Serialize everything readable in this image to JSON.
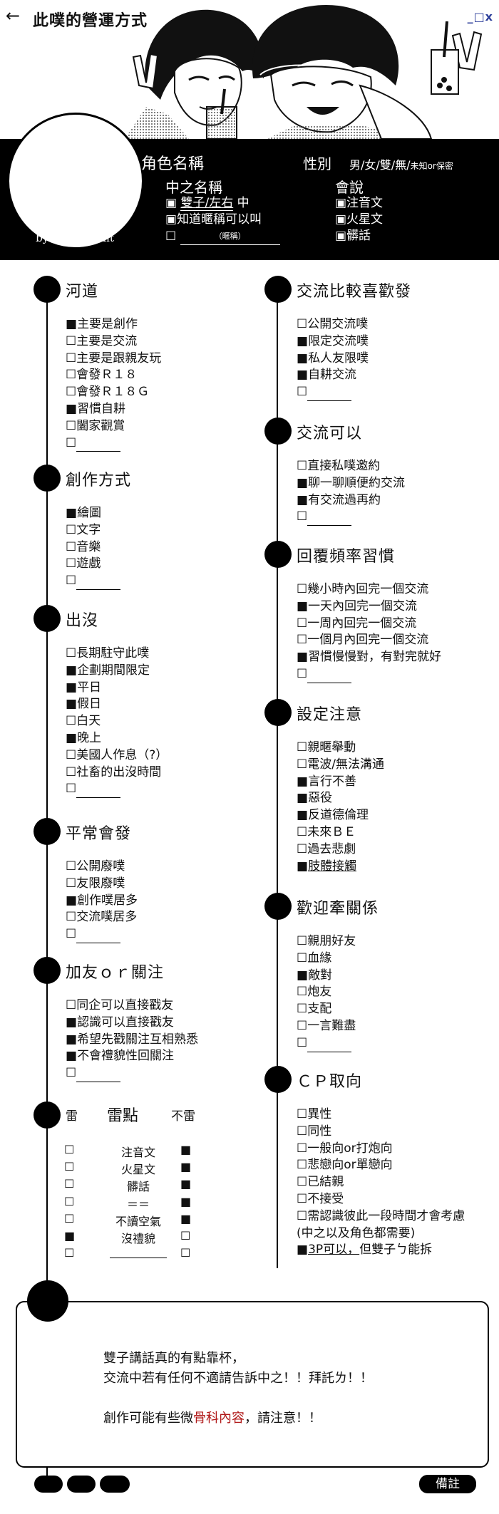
{
  "header": {
    "back_icon": "arrow-left-icon",
    "title": "此噗的營運方式",
    "window_controls": "_□x",
    "credit": "the sheet is made by@oomtoomt"
  },
  "profile": {
    "role_label": "角色名稱",
    "gender_label": "性別",
    "gender_options": "男/女/雙/無/",
    "gender_small": "未知or保密",
    "nick_label": "中之名稱",
    "nick_items": [
      {
        "mark": "▣",
        "text_a": "雙子/左右",
        "text_b": " 中"
      },
      {
        "mark": "▣",
        "text": "知道暱稱可以叫"
      },
      {
        "mark": "☐",
        "blank_hint": "（暱稱）"
      }
    ],
    "lang_label": "會說",
    "lang_items": [
      "▣注音文",
      "▣火星文",
      "▣髒話"
    ]
  },
  "left": {
    "heyi": {
      "title": "河道",
      "items": [
        {
          "checked": true,
          "text": "主要是創作"
        },
        {
          "checked": false,
          "text": "主要是交流"
        },
        {
          "checked": false,
          "text": "主要是跟親友玩"
        },
        {
          "checked": false,
          "text": "會發Ｒ１８"
        },
        {
          "checked": false,
          "text": "會發Ｒ１８Ｇ"
        },
        {
          "checked": true,
          "text": "習慣自耕"
        },
        {
          "checked": false,
          "text": "闔家觀賞"
        },
        {
          "checked": false,
          "text": "",
          "blank": true
        }
      ]
    },
    "create": {
      "title": "創作方式",
      "items": [
        {
          "checked": true,
          "text": "繪圖"
        },
        {
          "checked": false,
          "text": "文字"
        },
        {
          "checked": false,
          "text": "音樂"
        },
        {
          "checked": false,
          "text": "遊戲"
        },
        {
          "checked": false,
          "text": "",
          "blank": true
        }
      ]
    },
    "appear": {
      "title": "出沒",
      "items": [
        {
          "checked": false,
          "text": "長期駐守此噗"
        },
        {
          "checked": true,
          "text": "企劃期間限定"
        },
        {
          "checked": true,
          "text": "平日"
        },
        {
          "checked": true,
          "text": "假日"
        },
        {
          "checked": false,
          "text": "白天"
        },
        {
          "checked": true,
          "text": "晚上"
        },
        {
          "checked": false,
          "text": "美國人作息（?）"
        },
        {
          "checked": false,
          "text": "社畜的出沒時間"
        },
        {
          "checked": false,
          "text": "",
          "blank": true
        }
      ]
    },
    "post": {
      "title": "平常會發",
      "items": [
        {
          "checked": false,
          "text": "公開廢噗"
        },
        {
          "checked": false,
          "text": "友限廢噗"
        },
        {
          "checked": true,
          "text": "創作噗居多"
        },
        {
          "checked": false,
          "text": "交流噗居多"
        },
        {
          "checked": false,
          "text": "",
          "blank": true
        }
      ]
    },
    "friend": {
      "title": "加友ｏｒ關注",
      "items": [
        {
          "checked": false,
          "text": "同企可以直接戳友"
        },
        {
          "checked": true,
          "text": "認識可以直接戳友"
        },
        {
          "checked": true,
          "text": "希望先戳關注互相熟悉"
        },
        {
          "checked": true,
          "text": "不會禮貌性回關注"
        },
        {
          "checked": false,
          "text": "",
          "blank": true
        }
      ]
    },
    "trigger": {
      "title": "雷點",
      "col_left": "雷",
      "col_right": "不雷",
      "rows": [
        {
          "left": false,
          "text": "注音文",
          "right": true
        },
        {
          "left": false,
          "text": "火星文",
          "right": true
        },
        {
          "left": false,
          "text": "髒話",
          "right": true
        },
        {
          "left": false,
          "text": "＝＝",
          "right": true
        },
        {
          "left": false,
          "text": "不讀空氣",
          "right": true
        },
        {
          "left": true,
          "text": "沒禮貌",
          "right": false
        },
        {
          "left": false,
          "text": "",
          "right": false,
          "blank": true
        }
      ]
    }
  },
  "right": {
    "prefer": {
      "title": "交流比較喜歡發",
      "items": [
        {
          "checked": false,
          "text": "公開交流噗"
        },
        {
          "checked": true,
          "text": "限定交流噗"
        },
        {
          "checked": true,
          "text": "私人友限噗"
        },
        {
          "checked": true,
          "text": "自耕交流"
        },
        {
          "checked": false,
          "text": "",
          "blank": true
        }
      ]
    },
    "canok": {
      "title": "交流可以",
      "items": [
        {
          "checked": false,
          "text": "直接私噗邀約"
        },
        {
          "checked": true,
          "text": "聊一聊順便約交流"
        },
        {
          "checked": true,
          "text": "有交流過再約"
        },
        {
          "checked": false,
          "text": "",
          "blank": true
        }
      ]
    },
    "reply": {
      "title": "回覆頻率習慣",
      "items": [
        {
          "checked": false,
          "text": "幾小時內回完一個交流"
        },
        {
          "checked": true,
          "text": "一天內回完一個交流"
        },
        {
          "checked": false,
          "text": "一周內回完一個交流"
        },
        {
          "checked": false,
          "text": "一個月內回完一個交流"
        },
        {
          "checked": true,
          "text": "習慣慢慢對，有對完就好"
        },
        {
          "checked": false,
          "text": "",
          "blank": true
        }
      ]
    },
    "setting": {
      "title": "設定注意",
      "items": [
        {
          "checked": false,
          "text": "親暱舉動"
        },
        {
          "checked": false,
          "text": "電波/無法溝通"
        },
        {
          "checked": true,
          "text": "言行不善"
        },
        {
          "checked": true,
          "text": "惡役"
        },
        {
          "checked": true,
          "text": "反道德倫理"
        },
        {
          "checked": false,
          "text": "未來ＢＥ"
        },
        {
          "checked": false,
          "text": "過去悲劇"
        },
        {
          "checked": true,
          "text": "肢體接觸",
          "underline": true
        }
      ]
    },
    "relation": {
      "title": "歡迎牽關係",
      "items": [
        {
          "checked": false,
          "text": "親朋好友"
        },
        {
          "checked": false,
          "text": "血緣"
        },
        {
          "checked": true,
          "text": "敵對"
        },
        {
          "checked": false,
          "text": "炮友"
        },
        {
          "checked": false,
          "text": "支配"
        },
        {
          "checked": false,
          "text": "一言難盡"
        },
        {
          "checked": false,
          "text": "",
          "blank": true
        }
      ]
    },
    "cp": {
      "title": "ＣＰ取向",
      "items": [
        {
          "checked": false,
          "text": "異性"
        },
        {
          "checked": false,
          "text": "同性"
        },
        {
          "checked": false,
          "text": "一般向or打炮向"
        },
        {
          "checked": false,
          "text": "悲戀向or單戀向"
        },
        {
          "checked": false,
          "text": "已結親"
        },
        {
          "checked": false,
          "text": "不接受"
        },
        {
          "checked": false,
          "text": "需認識彼此一段時間才會考慮"
        },
        {
          "plain": true,
          "text": "(中之以及角色都需要)"
        },
        {
          "checked": true,
          "text": "3P可以，但雙子ㄅ能拆",
          "underline_part": "3P可以，"
        }
      ]
    }
  },
  "notes": {
    "line1": "雙子講話真的有點靠杯，",
    "line2": "交流中若有任何不適請告訴中之！！拜託ㄌ！！",
    "line3_a": "創作可能有些微",
    "line3_red": "骨科內容",
    "line3_b": "，請注意！！",
    "remark_label": "備註"
  },
  "colors": {
    "band": "#000000",
    "red": "#b01818",
    "controls": "#2b3d9a"
  }
}
